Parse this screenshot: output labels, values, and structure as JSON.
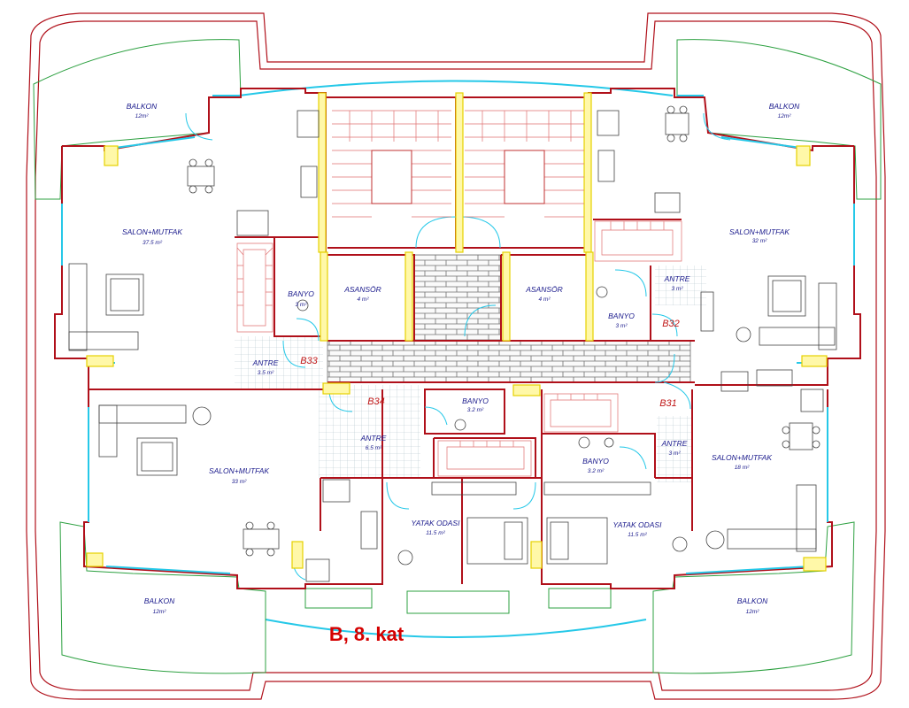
{
  "plan_title": "B, 8. kat",
  "rooms": {
    "balkon_tl": {
      "name": "BALKON",
      "area": "12m²"
    },
    "balkon_tr": {
      "name": "BALKON",
      "area": "12m²"
    },
    "balkon_bl": {
      "name": "BALKON",
      "area": "12m²"
    },
    "balkon_br": {
      "name": "BALKON",
      "area": "12m²"
    },
    "salon_tl": {
      "name": "SALON+MUTFAK",
      "area": "37.5 m²"
    },
    "salon_tr": {
      "name": "SALON+MUTFAK",
      "area": "32 m²"
    },
    "salon_bl": {
      "name": "SALON+MUTFAK",
      "area": "33 m²"
    },
    "salon_br": {
      "name": "SALON+MUTFAK",
      "area": "18 m²"
    },
    "banyo_l": {
      "name": "BANYO",
      "area": "3 m²"
    },
    "banyo_r": {
      "name": "BANYO",
      "area": "3 m²"
    },
    "banyo_cb": {
      "name": "BANYO",
      "area": "3.2 m²"
    },
    "banyo_rb": {
      "name": "BANYO",
      "area": "3.2 m²"
    },
    "asansor_l": {
      "name": "ASANSÖR",
      "area": "4 m²"
    },
    "asansor_r": {
      "name": "ASANSÖR",
      "area": "4 m²"
    },
    "antre_l": {
      "name": "ANTRE",
      "area": "3.5 m²"
    },
    "antre_r": {
      "name": "ANTRE",
      "area": "3 m²"
    },
    "antre_c": {
      "name": "ANTRE",
      "area": "6.5 m²"
    },
    "antre_rb": {
      "name": "ANTRE",
      "area": "3 m²"
    },
    "yatak_l": {
      "name": "YATAK ODASI",
      "area": "11.5 m²"
    },
    "yatak_r": {
      "name": "YATAK ODASI",
      "area": "11.5 m²"
    }
  },
  "units": {
    "b31": "B31",
    "b32": "B32",
    "b33": "B33",
    "b34": "B34"
  },
  "colors": {
    "wall": "#b0101a",
    "glazing": "#25c8e8",
    "column": "#fff8a8",
    "balcony_rail": "#2ca040",
    "label_text": "#1a1a8c",
    "unit_label": "#c01818",
    "title": "#d40000"
  }
}
